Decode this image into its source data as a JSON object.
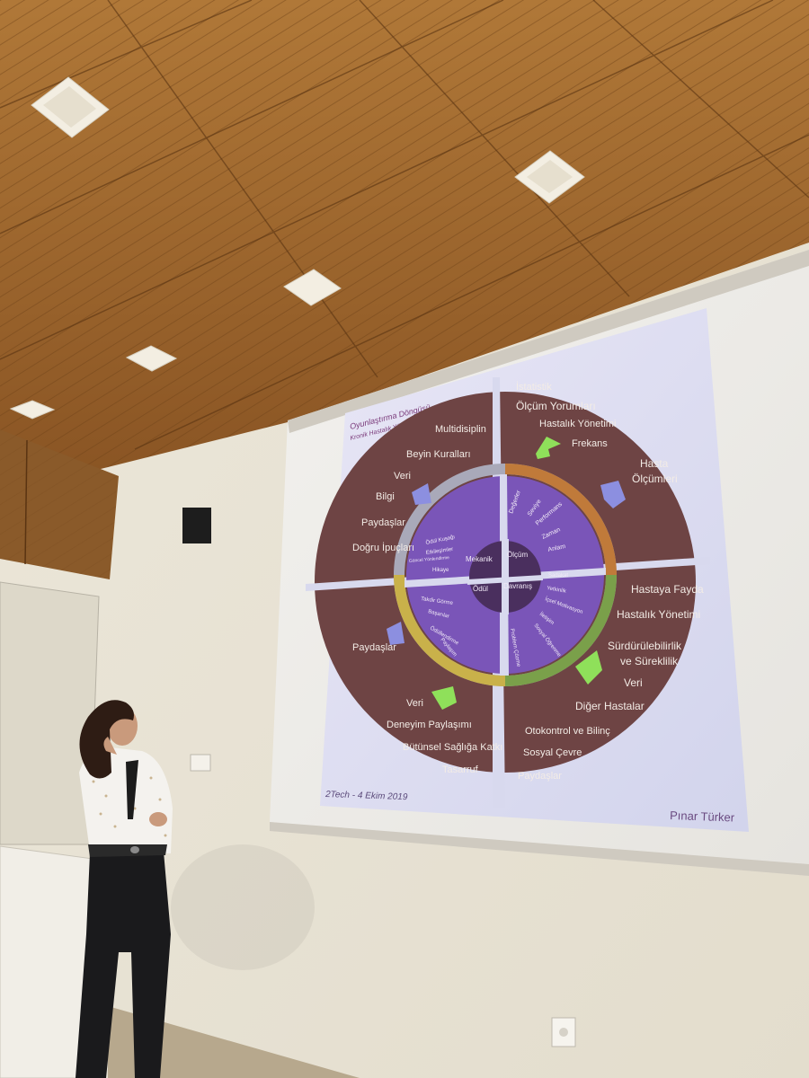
{
  "slide": {
    "title": "Oyunlaştırma Döngüsü",
    "subtitle": "Kronik Hastalık Yönetimi",
    "footer_left": "2Tech - 4 Ekim 2019",
    "footer_right": "Pınar Türker",
    "quadrant_tl": [
      "Multidisiplin",
      "Beyin Kuralları",
      "Veri",
      "Bilgi",
      "Paydaşlar",
      "Doğru İpuçları"
    ],
    "quadrant_tr": [
      "İstatistik",
      "Ölçüm Yorumları",
      "Hastalık Yönetimi",
      "Frekans",
      "Hasta",
      "Ölçümleri"
    ],
    "quadrant_bl": [
      "Paydaşlar",
      "Veri",
      "Deneyim Paylaşımı",
      "Bütünsel Sağlığa Katkı",
      "Tasarruf"
    ],
    "quadrant_br": [
      "Hastaya Fayda",
      "Hastalık Yönetimi",
      "Sürdürülebilirlik",
      "ve Süreklilik",
      "Veri",
      "Diğer Hastalar",
      "Otokontrol ve Bilinç",
      "Sosyal Çevre",
      "Paydaşlar"
    ],
    "inner_tr": [
      "Değerler",
      "Seviye",
      "Performans",
      "Zaman",
      "Anlam"
    ],
    "inner_tl": [
      "Ödül Kuşağı",
      "Etkileşimler",
      "Güncel Yönlendirme",
      "Hikaye"
    ],
    "inner_bl": [
      "Takdir Görme",
      "Başarılar",
      "Ödüllendirme",
      "Paylaşım"
    ],
    "inner_br": [
      "Sadakat",
      "Yetkinlik",
      "İçsel Motivasyon",
      "İletişim",
      "Sosyal Öğrenme",
      "Problem Çözme"
    ],
    "hub": {
      "tl": "Mekanik",
      "tr": "Ölçüm",
      "bl": "Ödül",
      "br": "Davranış"
    }
  },
  "colors": {
    "slide_bg": "#d9dcf0",
    "outer_ring": "#6e4444",
    "inner_ring": "#7a55b8",
    "hub": "#4a2f5e",
    "arrow_blue": "#8c8fe0",
    "arrow_green": "#8fe05a",
    "ring_orange": "#c07a3a",
    "ring_green": "#7aa04a",
    "ring_grey": "#a9a9b9",
    "ring_yellow": "#c9b14a"
  }
}
